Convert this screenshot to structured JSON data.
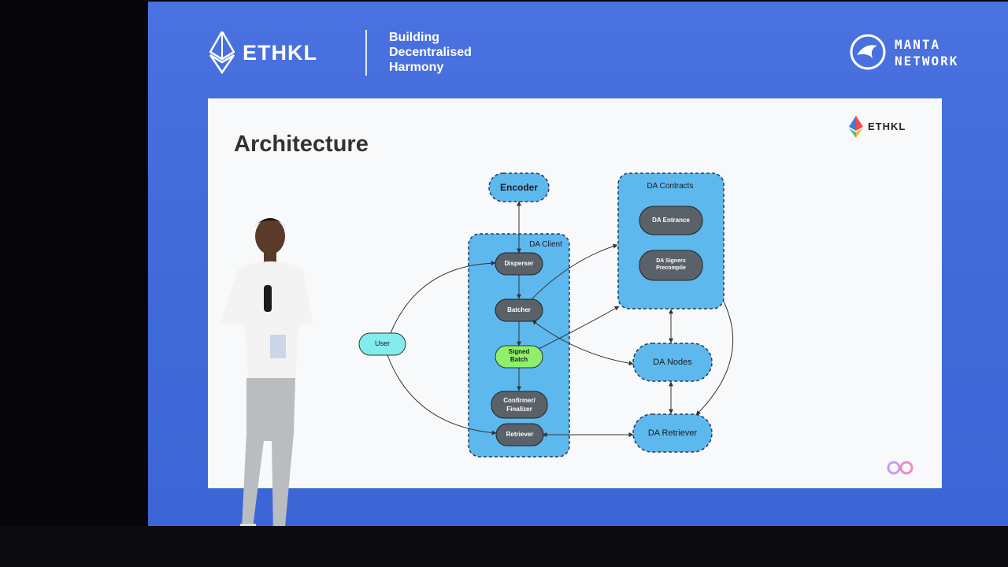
{
  "header": {
    "event_logo_text": "ETHKL",
    "tagline": [
      "Building",
      "Decentralised",
      "Harmony"
    ],
    "sponsor": [
      "MANTA",
      "NETWORK"
    ]
  },
  "slide": {
    "title": "Architecture",
    "logo_text": "ETHKL"
  },
  "diagram": {
    "encoder": "Encoder",
    "da_client_label": "DA Client",
    "da_contracts_label": "DA Contracts",
    "user": "User",
    "disperser": "Disperser",
    "batcher": "Batcher",
    "signed_batch": [
      "Signed",
      "Batch"
    ],
    "confirmer": [
      "Confirmer/",
      "Finalizer"
    ],
    "retriever": "Retriever",
    "da_entrance": "DA Entrance",
    "da_signers": [
      "DA Signers",
      "Precompile"
    ],
    "da_nodes": "DA Nodes",
    "da_retriever": "DA Retriever"
  },
  "colors": {
    "screen_blue": "#4270dc",
    "node_blue": "#5db8ee",
    "dark_node": "#5b6168",
    "signed_green": "#8ef06a",
    "user_cyan": "#82ecee"
  }
}
